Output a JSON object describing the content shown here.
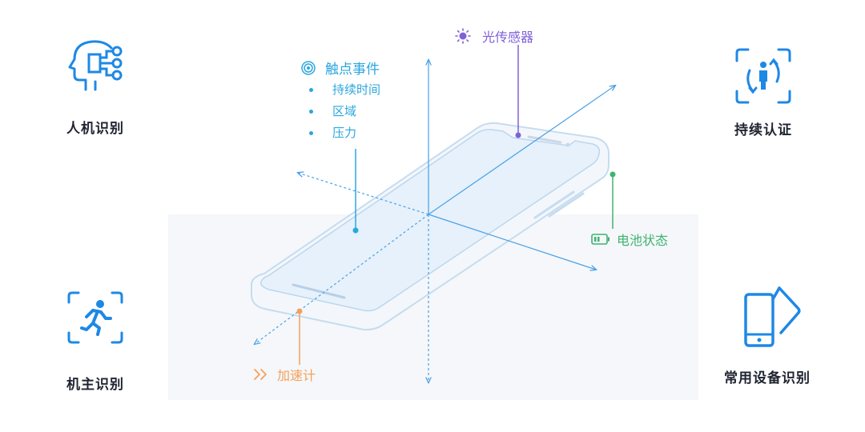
{
  "features": {
    "human_machine": {
      "label": "人机识别",
      "icon": "ai-head-circuit-icon"
    },
    "continuous_auth": {
      "label": "持续认证",
      "icon": "user-rotate-frame-icon"
    },
    "owner_recognition": {
      "label": "机主识别",
      "icon": "running-person-frame-icon"
    },
    "device_recognition": {
      "label": "常用设备识别",
      "icon": "multiple-phones-icon"
    }
  },
  "sensors": {
    "touch": {
      "title": "触点事件",
      "items": [
        "持续时间",
        "区域",
        "压力"
      ],
      "color": "#2aa7de"
    },
    "light": {
      "label": "光传感器",
      "color": "#8060d8"
    },
    "battery": {
      "label": "电池状态",
      "color": "#3fb36f"
    },
    "accelerometer": {
      "label": "加速计",
      "color": "#f5a05a"
    }
  },
  "colors": {
    "icon_blue": "#1e88e5",
    "axis_blue": "#4aa0e6",
    "label_dark": "#1f2430"
  }
}
